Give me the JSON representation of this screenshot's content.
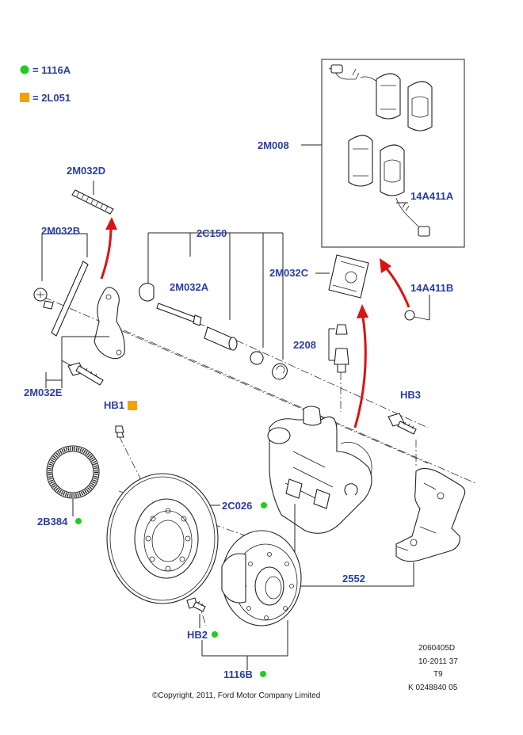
{
  "legend": [
    {
      "symbol": "green-dot",
      "text": "= 1116A"
    },
    {
      "symbol": "orange-square",
      "text": "= 2L051"
    }
  ],
  "colors": {
    "label": "#2a3ea0",
    "green_marker": "#22cc22",
    "orange_marker": "#f5a100",
    "arrow": "#d81414"
  },
  "labels": {
    "p_2M008": "2M008",
    "p_14A411A": "14A411A",
    "p_2M032D": "2M032D",
    "p_2M032B": "2M032B",
    "p_2C150": "2C150",
    "p_2M032A": "2M032A",
    "p_2M032C": "2M032C",
    "p_14A411B": "14A411B",
    "p_2208": "2208",
    "p_2M032E": "2M032E",
    "p_HB1": "HB1",
    "p_HB3": "HB3",
    "p_2C026": "2C026",
    "p_2B384": "2B384",
    "p_2552": "2552",
    "p_HB2": "HB2",
    "p_1116B": "1116B"
  },
  "reference": {
    "line1": "2060405D",
    "line2": "10-2011 37",
    "line3": "T9",
    "line4": "K 0248840 05"
  },
  "copyright": "©Copyright, 2011, Ford Motor Company Limited"
}
